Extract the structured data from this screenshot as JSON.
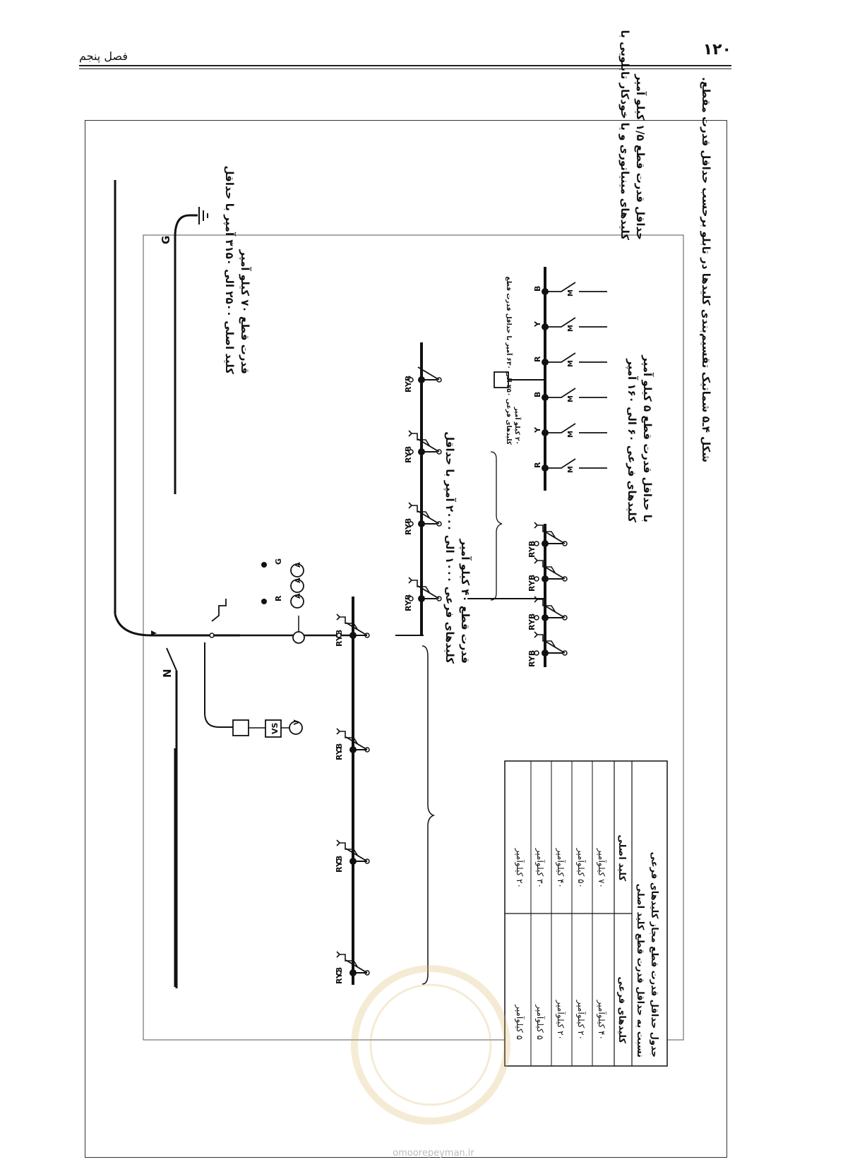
{
  "header": {
    "page_number": "۱۲۰",
    "chapter": "فصل پنجم"
  },
  "figure": {
    "caption": "شکل ۴ـ۵ شماتیک تقسیم‌بندی کلیدها در تابلو برحسب حداقل قدرت مقطع.",
    "labels": {
      "ground": "G",
      "neutral": "N",
      "main_switch_1": "کلید اصلی ۲۵۰۰ الی ۳۱۵۰ آمپر با حداقل",
      "main_switch_2": "قدرت قطع ۷۰ کیلو آمپر",
      "sub_1000_1": "کلیدهای فرعی ۱۰۰۰ الی ۲۰۰۰ آمپر با حداقل",
      "sub_1000_2": "قدرت قطع ۴۰ کیلو آمپر",
      "sub_60_1": "کلیدهای فرعی ۶۰ الی ۱۶۰ آمپر",
      "sub_60_2": "با حداقل قدرت قطع ۵ کیلو آمپر",
      "mini_1": "کلیدهای مینیاتوری و یا خودکار تابلویی با",
      "mini_2": "حداقل قدرت قطع ۱/۵ کیلو آمپر",
      "small_sub_1": "کلیدهای فرعی ۲۵۰ الی ۶۳۰ آمپر با حداقل قدرت قطع",
      "small_sub_2": "۲۰ کیلو آمپر",
      "ryb": "RYB",
      "phase_r": "R",
      "phase_y": "Y",
      "phase_b": "B",
      "phase_g": "G",
      "meter_a": "A",
      "meter_v": "V",
      "vs": "VS",
      "motor": "M"
    },
    "table": {
      "title_1": "جدول حداقل قدرت قطع مجاز کلیدهای فرعی",
      "title_2": "نسبت به حداقل قدرت قطع کلید اصلی",
      "headers": [
        "کلید اصلی",
        "کلیدهای فرعی"
      ],
      "rows": [
        [
          "۷۰ کیلوآمپر",
          "۴۰ کیلوآمپر"
        ],
        [
          "۵۰ کیلوآمپر",
          "۲۰ کیلوآمپر"
        ],
        [
          "۴۰ کیلوآمپر",
          "۲۰ کیلوآمپر"
        ],
        [
          "۳۰ کیلوآمپر",
          "۵ کیلوآمپر"
        ],
        [
          "۲۰ کیلوآمپر",
          "۵ کیلوآمپر"
        ]
      ]
    }
  },
  "watermark": "omoorepeyman.ir"
}
